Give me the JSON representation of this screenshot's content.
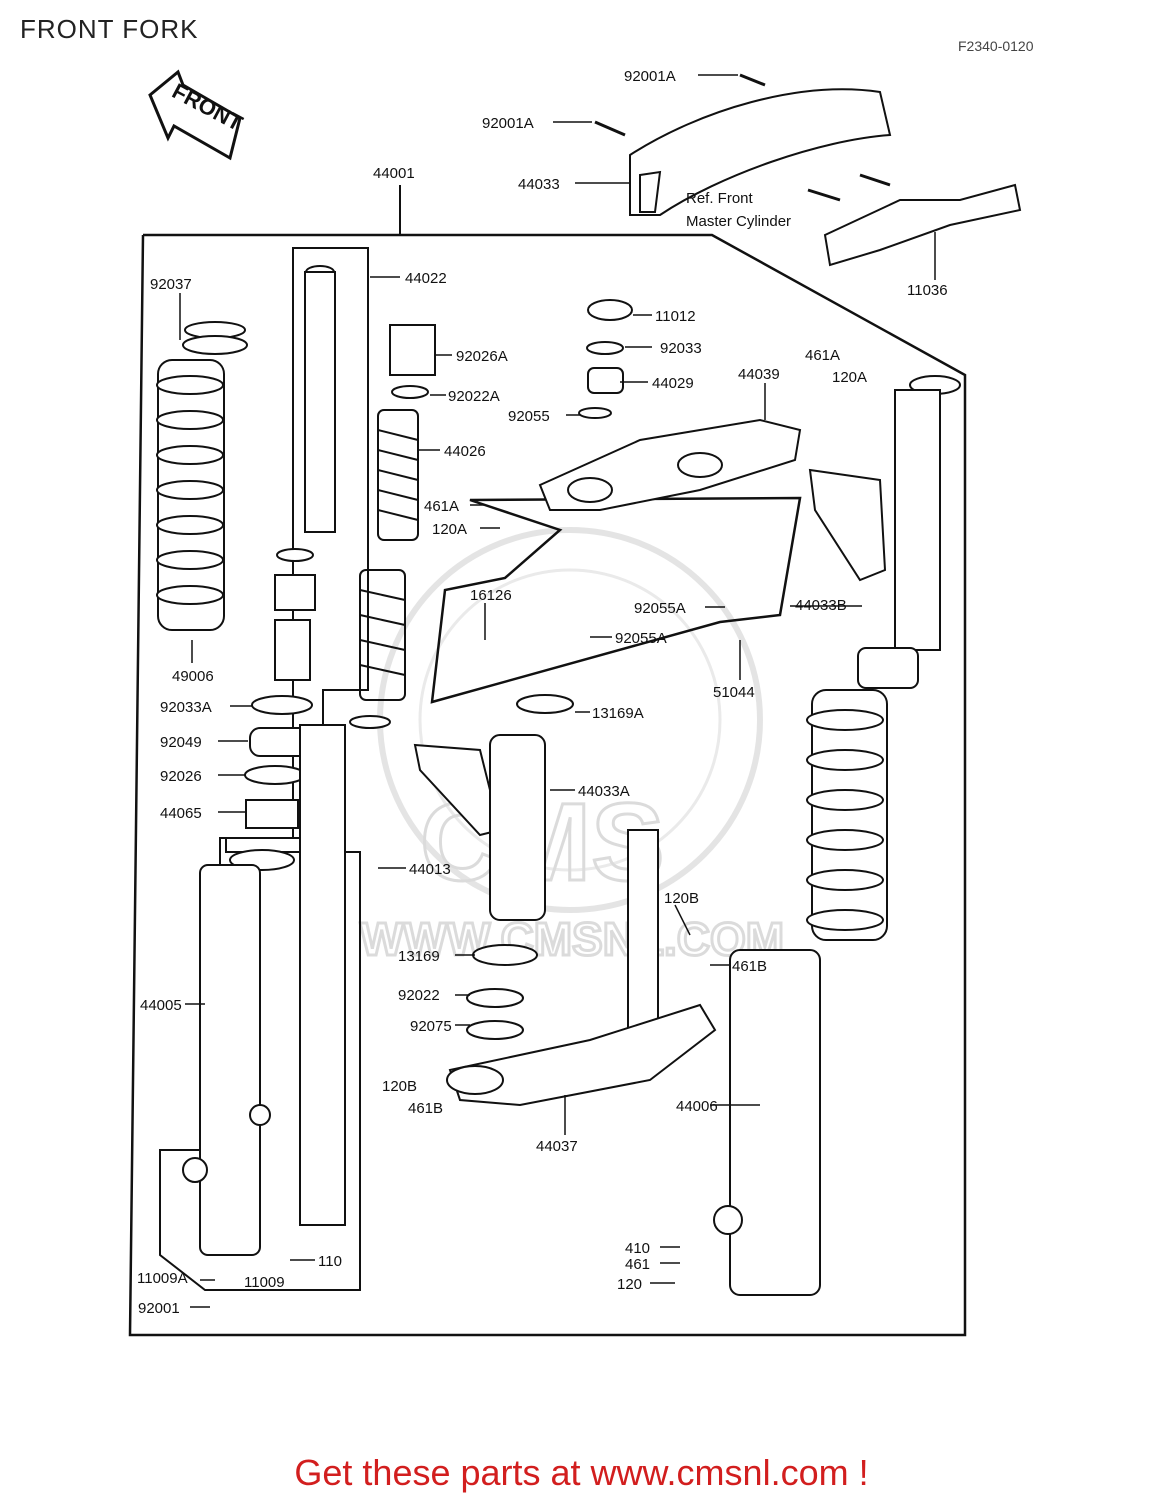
{
  "page": {
    "title": "FRONT FORK",
    "figure_code": "F2340-0120",
    "cta_text": "Get these parts at www.cmsnl.com !"
  },
  "front_arrow_text": "FRONT",
  "watermark": {
    "logo_text": "CMS",
    "url_text": "WWW.CMSNL.COM"
  },
  "note": {
    "line1": "Ref. Front",
    "line2": "Master Cylinder"
  },
  "labels": {
    "p92001A_1": "92001A",
    "p92001A_2": "92001A",
    "p44033": "44033",
    "p11036": "11036",
    "p44001": "44001",
    "p44022": "44022",
    "p92037": "92037",
    "p11012": "11012",
    "p92033": "92033",
    "p92026A": "92026A",
    "p461A_r": "461A",
    "p120A_r": "120A",
    "p44029": "44029",
    "p44039": "44039",
    "p92022A": "92022A",
    "p92055": "92055",
    "p44026": "44026",
    "p461A_l": "461A",
    "p120A_l": "120A",
    "p16126": "16126",
    "p92055A_1": "92055A",
    "p92055A_2": "92055A",
    "p44033B": "44033B",
    "p51044": "51044",
    "p49006": "49006",
    "p92033A": "92033A",
    "p13169A": "13169A",
    "p92049": "92049",
    "p44033A": "44033A",
    "p92026": "92026",
    "p44065": "44065",
    "p44013": "44013",
    "p120B_r": "120B",
    "p13169": "13169",
    "p461B_r": "461B",
    "p44005": "44005",
    "p92022": "92022",
    "p92075": "92075",
    "p120B_l": "120B",
    "p461B_l": "461B",
    "p44006": "44006",
    "p44037": "44037",
    "p410": "410",
    "p461": "461",
    "p120": "120",
    "p110": "110",
    "p11009A": "11009A",
    "p11009": "11009",
    "p92001": "92001"
  }
}
